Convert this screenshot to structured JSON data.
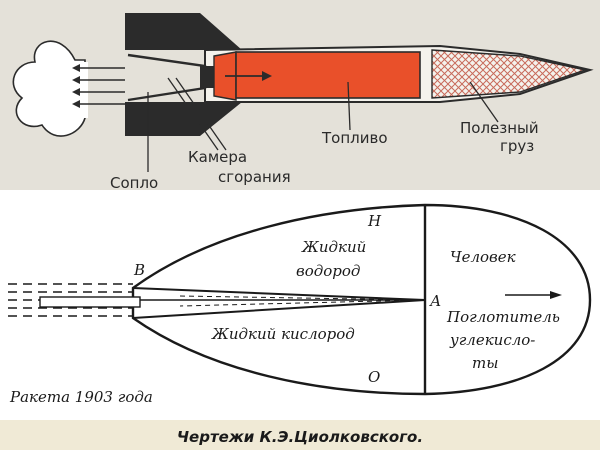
{
  "top_diagram": {
    "labels": {
      "nozzle": "Сопло",
      "chamber_line1": "Камера",
      "chamber_line2": "сгорания",
      "fuel": "Топливо",
      "payload_line1": "Полезный",
      "payload_line2": "груз"
    },
    "colors": {
      "background": "#e4e1d9",
      "fuel": "#e9502a",
      "payload_hatch": "#c86a5a",
      "ink": "#2b2b2b"
    }
  },
  "bottom_diagram": {
    "points": {
      "B": "В",
      "H": "Н",
      "A": "А",
      "O": "О"
    },
    "labels": {
      "hydrogen_line1": "Жидкий",
      "hydrogen_line2": "водород",
      "oxygen": "Жидкий  кислород",
      "person": "Человек",
      "absorber_line1": "Поглотитель",
      "absorber_line2": "углекисло-",
      "absorber_line3": "ты"
    },
    "caption": "Ракета  1903 года"
  },
  "footer": {
    "title": "Чертежи К.Э.Циолковского.",
    "background": "#f0ead6"
  }
}
